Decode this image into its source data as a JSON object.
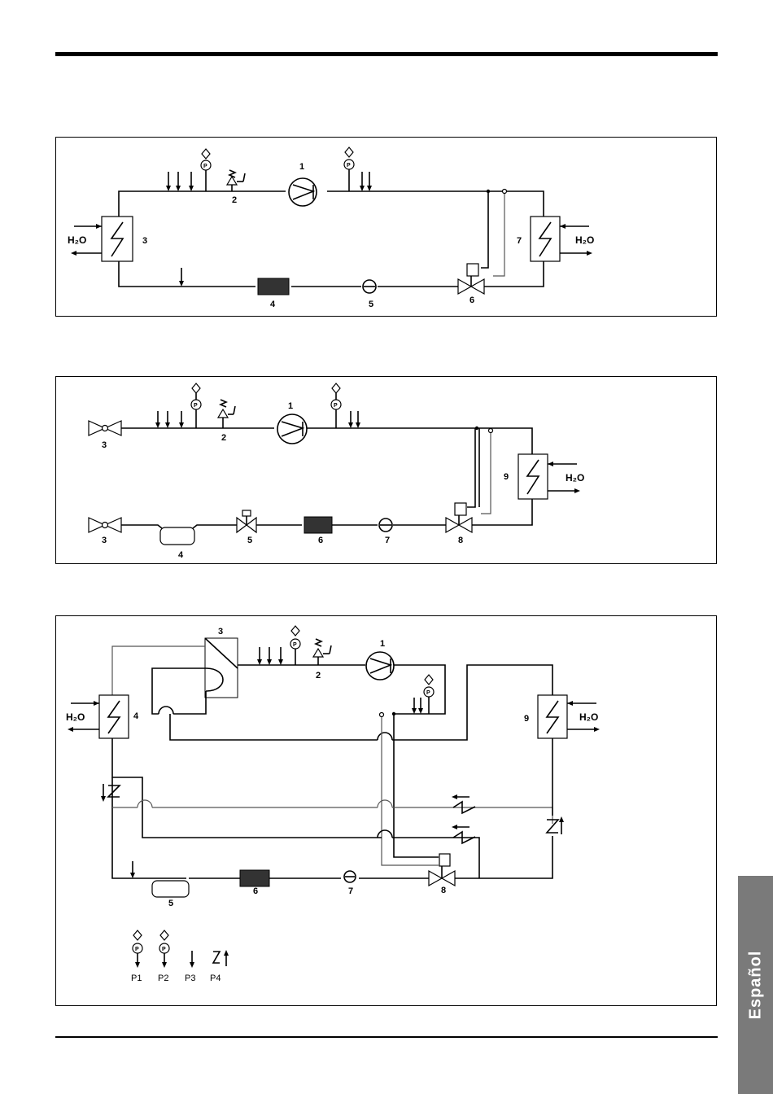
{
  "diagram1": {
    "labels": {
      "n1": "1",
      "n2": "2",
      "n3": "3",
      "n4": "4",
      "n5": "5",
      "n6": "6",
      "n7": "7"
    },
    "h2o_left": "H₂O",
    "h2o_right": "H₂O"
  },
  "diagram2": {
    "labels": {
      "n1": "1",
      "n2": "2",
      "n3a": "3",
      "n3b": "3",
      "n4": "4",
      "n5": "5",
      "n6": "6",
      "n7": "7",
      "n8": "8",
      "n9": "9"
    },
    "h2o_right": "H₂O"
  },
  "diagram3": {
    "labels": {
      "n1": "1",
      "n2": "2",
      "n3": "3",
      "n4": "4",
      "n5": "5",
      "n6": "6",
      "n7": "7",
      "n8": "8",
      "n9": "9"
    },
    "h2o_left": "H₂O",
    "h2o_right": "H₂O",
    "legend": {
      "p1": "P1",
      "p2": "P2",
      "p3": "P3",
      "p4": "P4"
    }
  },
  "side_tab": "Español"
}
